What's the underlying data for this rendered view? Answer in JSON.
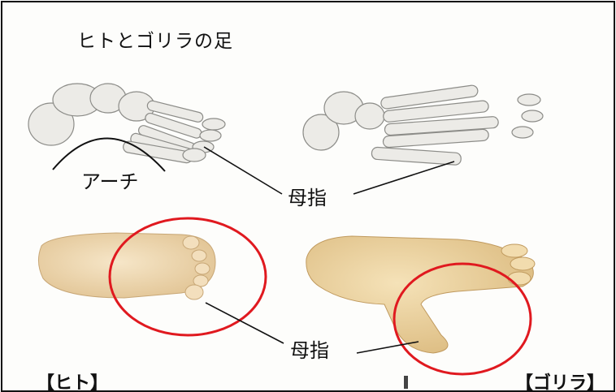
{
  "title": "ヒトとゴリラの足",
  "labels": {
    "arch": "アーチ",
    "big_toe_top": "母指",
    "big_toe_bottom": "母指",
    "human": "【ヒト】",
    "gorilla": "【ゴリラ】"
  },
  "colors": {
    "highlight_circle": "#e0191f",
    "skin": "#efd7ae",
    "bone": "#e9e9e6"
  }
}
